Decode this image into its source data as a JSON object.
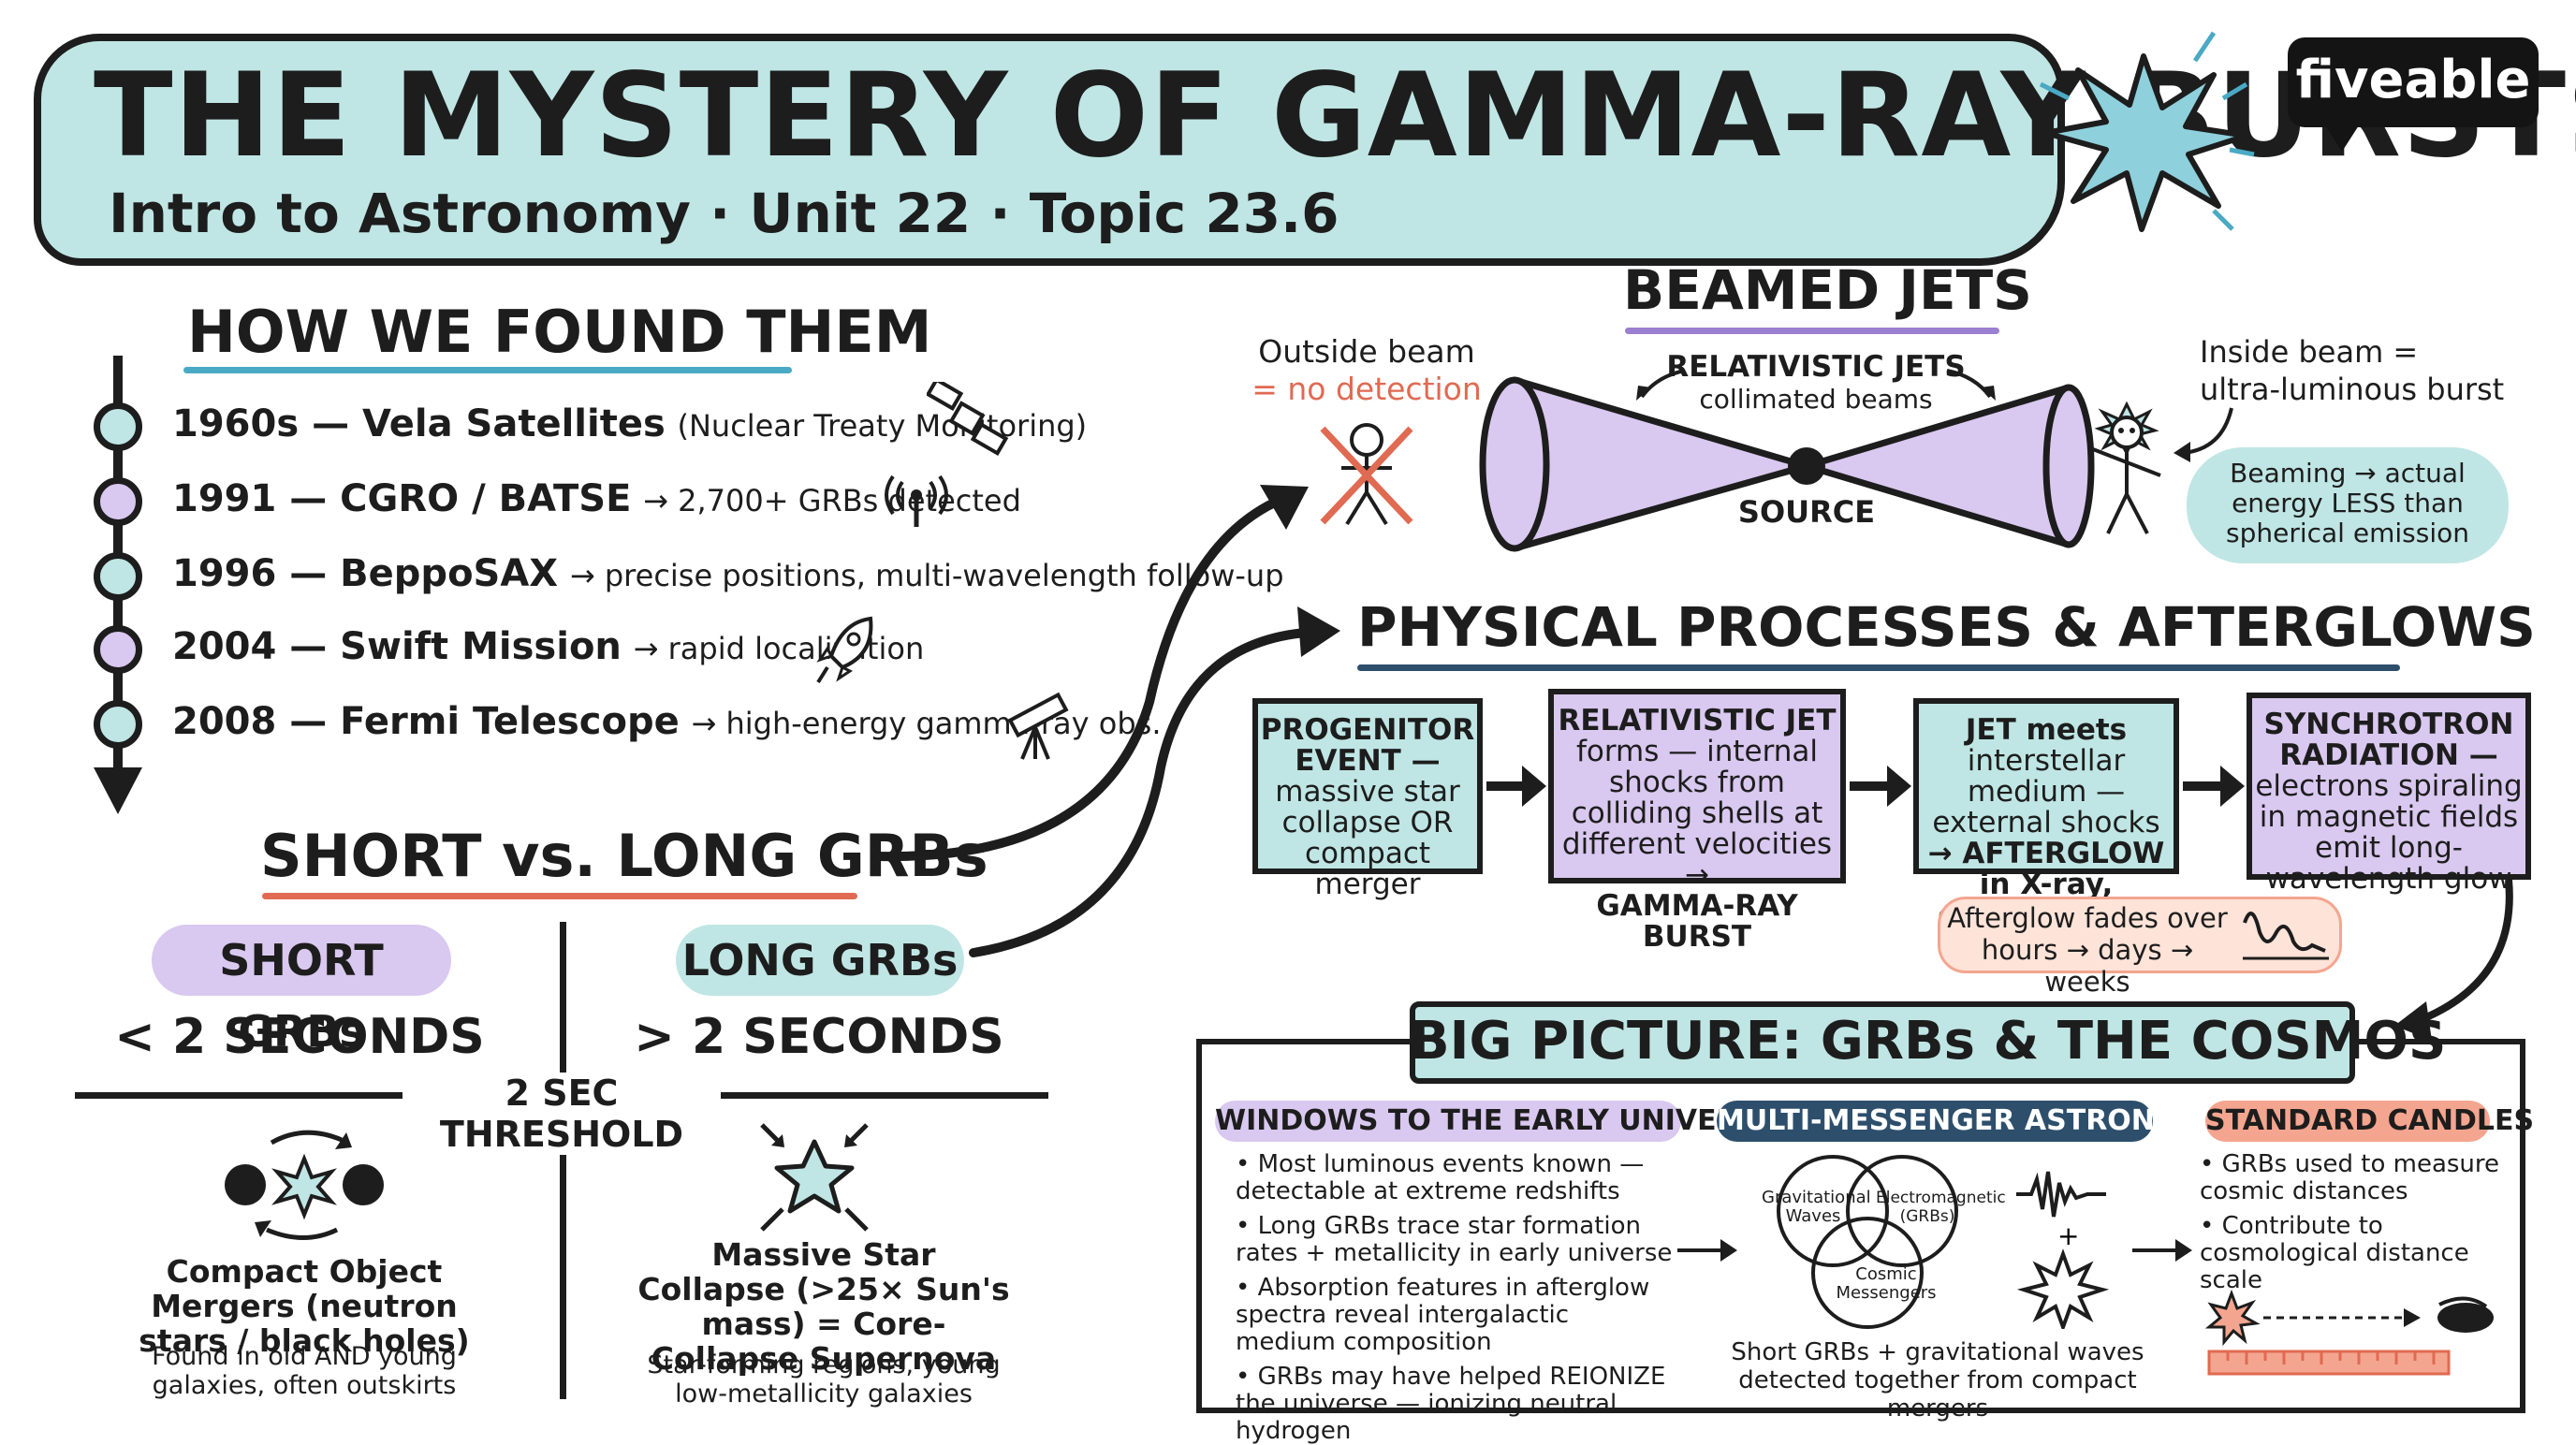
{
  "header": {
    "title": "THE MYSTERY OF GAMMA-RAY BURSTS",
    "subtitle": "Intro to Astronomy · Unit 22 · Topic 23.6",
    "brand": "fiveable"
  },
  "history": {
    "heading": "HOW WE FOUND THEM",
    "items": [
      {
        "label": "1960s — Vela Satellites",
        "detail": "(Nuclear Treaty Monitoring)",
        "icon": "satellite-icon",
        "color": "#bfe6e4"
      },
      {
        "label": "1991 — CGRO / BATSE",
        "detail": "→ 2,700+ GRBs detected",
        "icon": "antenna-icon",
        "color": "#d9c8ef"
      },
      {
        "label": "1996 — BeppoSAX",
        "detail": "→ precise positions, multi-wavelength follow-up",
        "icon": "",
        "color": "#bfe6e4"
      },
      {
        "label": "2004 — Swift Mission",
        "detail": "→ rapid localization",
        "icon": "rocket-icon",
        "color": "#d9c8ef"
      },
      {
        "label": "2008 — Fermi Telescope",
        "detail": "→ high-energy gamma-ray obs.",
        "icon": "telescope-icon",
        "color": "#bfe6e4"
      }
    ]
  },
  "grb_types": {
    "heading": "SHORT vs. LONG GRBs",
    "threshold": "2 SEC THRESHOLD",
    "short": {
      "label": "SHORT GRBs",
      "duration": "< 2 SECONDS",
      "cause": "Compact Object Mergers (neutron stars / black holes)",
      "location": "Found in oid AND young galaxies, often outskirts"
    },
    "long": {
      "label": "LONG GRBs",
      "duration": "> 2 SECONDS",
      "cause": "Massive Star Collapse (>25× Sun's mass) = Core-Collapse Supernova",
      "location": "Star-forming regions, young low-metallicity galaxies"
    }
  },
  "jets": {
    "heading": "BEAMED JETS",
    "jets_label": "RELATIVISTIC JETS",
    "jets_sublabel": "collimated beams",
    "source_label": "SOURCE",
    "outside_line1": "Outside beam",
    "outside_line2": "= no detection",
    "inside_line1": "Inside beam =",
    "inside_line2": "ultra-luminous burst",
    "note": "Beaming → actual energy LESS than spherical emission"
  },
  "processes": {
    "heading": "PHYSICAL PROCESSES & AFTERGLOWS",
    "steps": [
      {
        "title": "PROGENITOR EVENT —",
        "body": "massive star collapse OR compact merger",
        "color": "#bfe6e4"
      },
      {
        "title": "RELATIVISTIC JET",
        "body": "forms — internal shocks from colliding shells at different velocities →",
        "tail": "GAMMA-RAY BURST",
        "color": "#d9c8ef"
      },
      {
        "title": "JET meets",
        "body": "interstellar medium — external shocks",
        "tail": "→ AFTERGLOW in X-ray, optical, radio",
        "color": "#bfe6e4"
      },
      {
        "title": "SYNCHROTRON RADIATION —",
        "body": "electrons spiraling in magnetic fields emit long-wavelength glow",
        "color": "#d9c8ef"
      }
    ],
    "afterglow_line1": "Afterglow fades over",
    "afterglow_line2": "hours → days → weeks"
  },
  "cosmos": {
    "heading": "BIG PICTURE: GRBs & THE COSMOS",
    "early_universe": {
      "tag": "WINDOWS TO THE EARLY UNIVERSE",
      "bullets": [
        "Most luminous events known — detectable at extreme redshifts",
        "Long GRBs trace star formation rates + metallicity in early universe",
        "Absorption features in afterglow spectra reveal intergalactic medium composition",
        "GRBs may have helped REIONIZE the universe — ionizing neutral hydrogen"
      ]
    },
    "multi_messenger": {
      "tag": "MULTI-MESSENGER ASTRONOMY",
      "venn": [
        "Gravitational Waves",
        "Electromagnetic (GRBs)",
        "Cosmic Messengers"
      ],
      "caption": "Short GRBs + gravitational waves detected together from compact mergers"
    },
    "standard_candles": {
      "tag": "STANDARD CANDLES",
      "bullets": [
        "GRBs used to measure cosmic distances",
        "Contribute to cosmological distance scale"
      ]
    }
  },
  "colors": {
    "teal": "#bfe6e4",
    "lavender": "#d9c8ef",
    "salmon": "#f4a58f",
    "peach": "#fde3d8",
    "navy": "#2d4f6c",
    "red": "#e06a52",
    "ink": "#1d1d1d"
  }
}
